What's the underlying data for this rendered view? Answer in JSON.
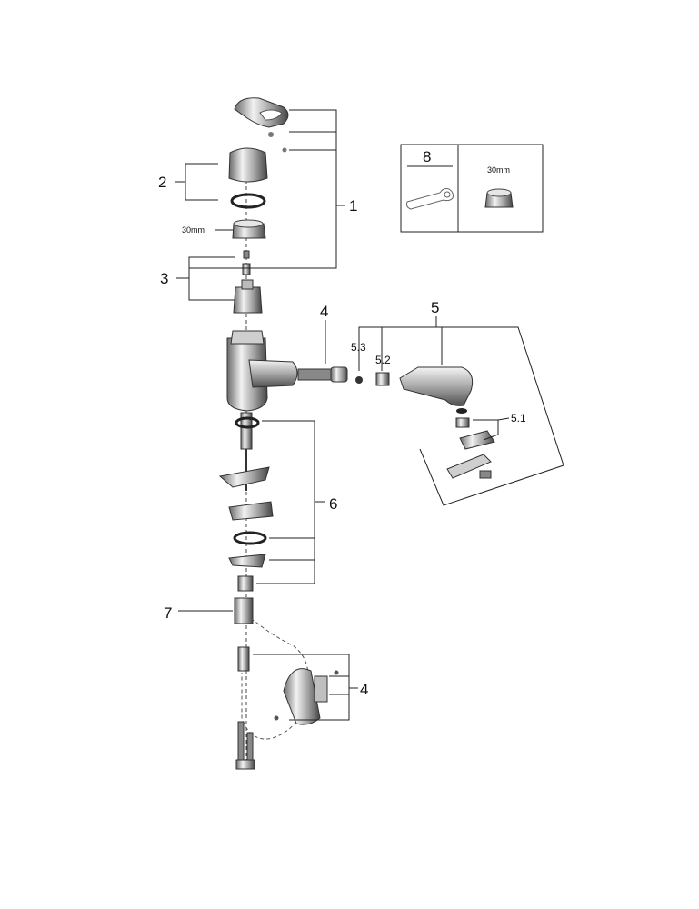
{
  "labels": {
    "p1": "1",
    "p2": "2",
    "p3": "3",
    "p4_spout": "4",
    "p4_holder": "4",
    "p5": "5",
    "p5_1": "5.1",
    "p5_2": "5.2",
    "p5_3": "5.3",
    "p6": "6",
    "p7": "7",
    "p8": "8",
    "size_cartridge": "30mm",
    "size_tool": "30mm"
  },
  "icons": {
    "tool": "spanner-icon",
    "socket": "socket-icon"
  },
  "colors": {
    "ink": "#222222",
    "chrome_dark": "#555555",
    "chrome_light": "#d9d9d9"
  }
}
